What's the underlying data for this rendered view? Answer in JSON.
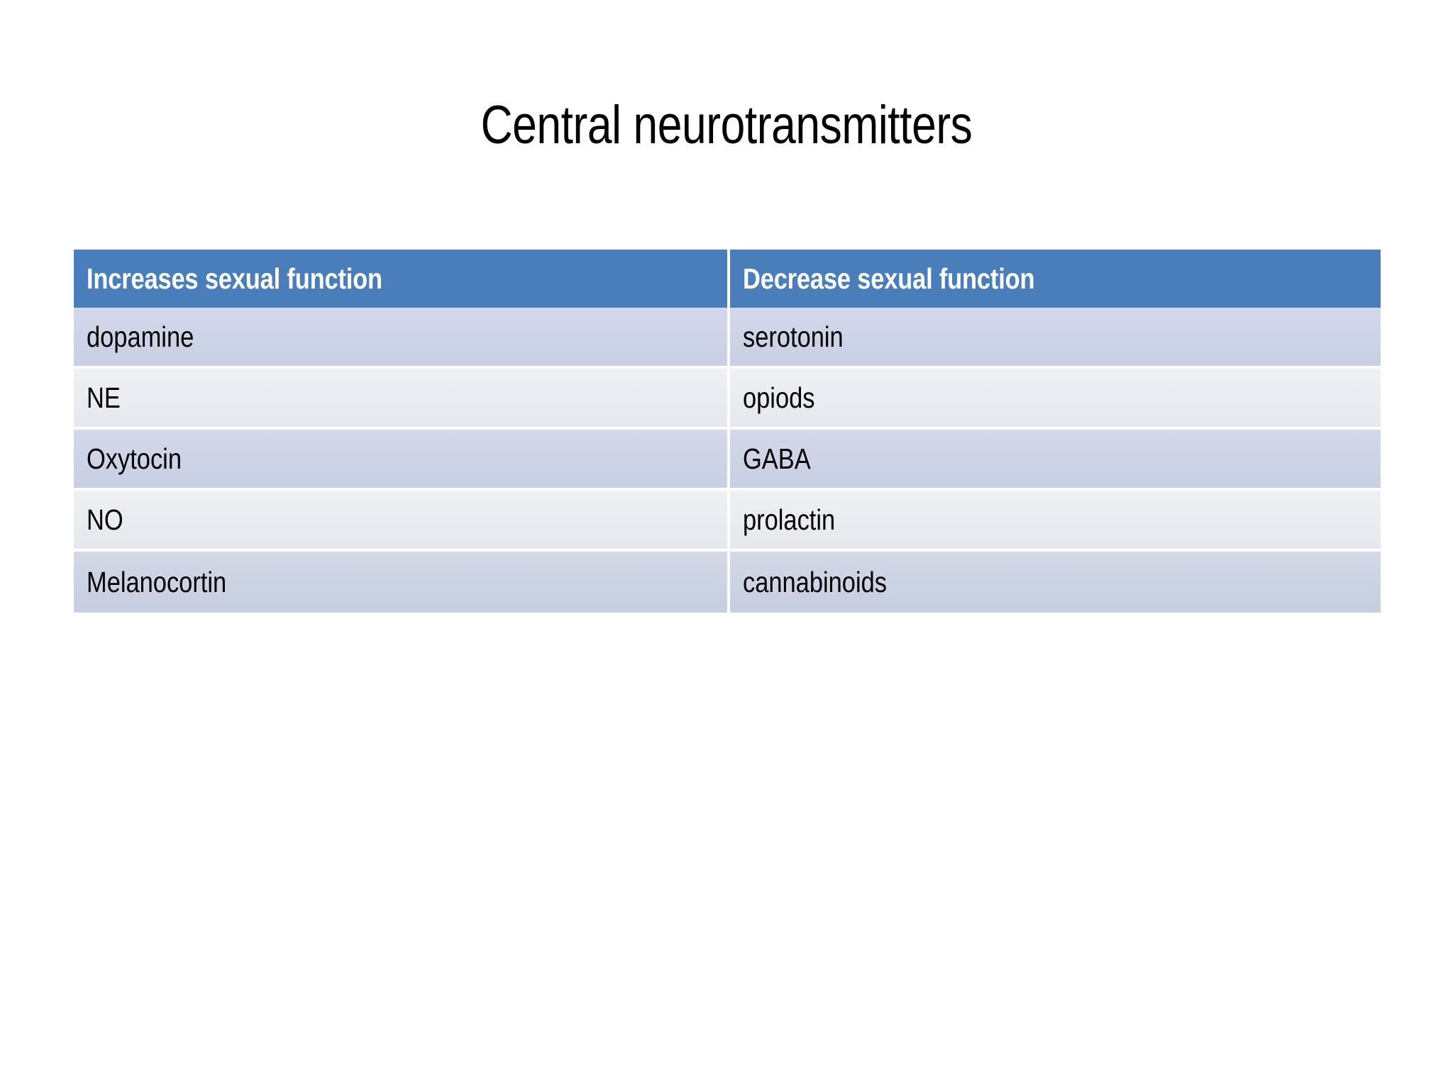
{
  "slide": {
    "title": "Central neurotransmitters",
    "background_color": "#ffffff"
  },
  "table": {
    "header_fill": "#4a7ebb",
    "header_text_color": "#ffffff",
    "band_odd_fill": "#ced4e7",
    "band_even_fill": "#eaecf1",
    "body_text_color": "#000000",
    "columns": [
      "Increases sexual function",
      "Decrease sexual function"
    ],
    "rows": [
      {
        "increases": "dopamine",
        "decreases": "serotonin"
      },
      {
        "increases": "NE",
        "decreases": "opiods"
      },
      {
        "increases": "Oxytocin",
        "decreases": "GABA"
      },
      {
        "increases": "NO",
        "decreases": "prolactin"
      },
      {
        "increases": "Melanocortin",
        "decreases": "cannabinoids"
      }
    ]
  }
}
